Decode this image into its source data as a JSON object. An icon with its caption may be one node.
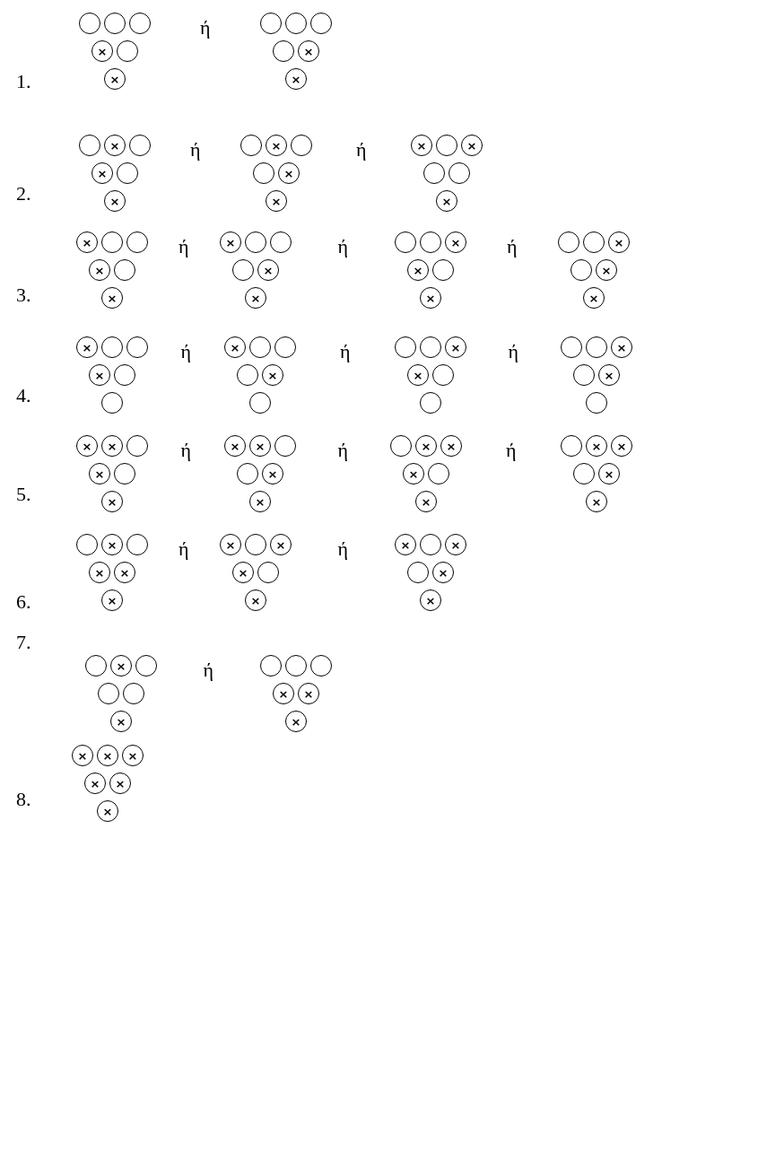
{
  "diagram": {
    "nodes": [
      {
        "text": [],
        "shape": "circle"
      },
      {
        "text": [],
        "shape": "circle"
      },
      {
        "text": [],
        "shape": "circle"
      },
      {
        "text": [
          "×"
        ]
      },
      {
        "text": [],
        "shape": "circle"
      },
      {
        "text": [
          "×"
        ]
      },
      {
        "text": [],
        "shape": "circle"
      },
      {
        "text": [],
        "shape": "circle"
      },
      {
        "text": [],
        "shape": "circle"
      },
      {
        "text": [],
        "shape": "circle"
      },
      {
        "text": [
          "×"
        ]
      },
      {
        "text": [
          "×"
        ]
      },
      {
        "text": [],
        "shape": "circle"
      },
      {
        "text": [
          "×"
        ]
      },
      {
        "text": [],
        "shape": "circle"
      },
      {
        "text": [
          "×"
        ]
      },
      {
        "text": [],
        "shape": "circle"
      },
      {
        "text": [
          "×"
        ]
      },
      {
        "text": [],
        "shape": "circle"
      },
      {
        "text": [
          "×"
        ]
      },
      {
        "text": [],
        "shape": "circle"
      },
      {
        "text": [],
        "shape": "circle"
      },
      {
        "text": [
          "×"
        ]
      },
      {
        "text": [
          "×"
        ]
      },
      {
        "text": [
          "×"
        ]
      },
      {
        "text": [],
        "shape": "circle"
      },
      {
        "text": [
          "×"
        ]
      },
      {
        "text": [],
        "shape": "circle"
      },
      {
        "text": [],
        "shape": "circle"
      },
      {
        "text": [
          "×"
        ]
      },
      {
        "text": [
          "×"
        ]
      },
      {
        "text": [],
        "shape": "circle"
      },
      {
        "text": [],
        "shape": "circle"
      },
      {
        "text": [
          "×"
        ]
      },
      {
        "text": [],
        "shape": "circle"
      },
      {
        "text": [
          "×"
        ]
      },
      {
        "text": [
          "×"
        ]
      },
      {
        "text": [],
        "shape": "circle"
      },
      {
        "text": [],
        "shape": "circle"
      },
      {
        "text": [],
        "shape": "circle"
      },
      {
        "text": [
          "×"
        ]
      },
      {
        "text": [
          "×"
        ]
      },
      {
        "text": [],
        "shape": "circle"
      },
      {
        "text": [],
        "shape": "circle"
      },
      {
        "text": [
          "×"
        ]
      },
      {
        "text": [
          "×"
        ]
      },
      {
        "text": [],
        "shape": "circle"
      },
      {
        "text": [
          "×"
        ]
      },
      {
        "text": [],
        "shape": "circle"
      },
      {
        "text": [],
        "shape": "circle"
      },
      {
        "text": [
          "×"
        ]
      },
      {
        "text": [],
        "shape": "circle"
      },
      {
        "text": [
          "×"
        ]
      },
      {
        "text": [
          "×"
        ]
      },
      {
        "text": [
          "×"
        ]
      },
      {
        "text": [],
        "shape": "circle"
      },
      {
        "text": [],
        "shape": "circle"
      },
      {
        "text": [
          "×"
        ]
      },
      {
        "text": [],
        "shape": "circle"
      },
      {
        "text": [],
        "shape": "circle"
      },
      {
        "text": [
          "×"
        ]
      },
      {
        "text": [],
        "shape": "circle"
      },
      {
        "text": [],
        "shape": "circle"
      },
      {
        "text": [],
        "shape": "circle"
      },
      {
        "text": [
          "×"
        ]
      },
      {
        "text": [],
        "shape": "circle"
      },
      {
        "text": [],
        "shape": "circle"
      },
      {
        "text": [],
        "shape": "circle"
      },
      {
        "text": [
          "×"
        ]
      },
      {
        "text": [
          "×"
        ]
      },
      {
        "text": [],
        "shape": "circle"
      },
      {
        "text": [],
        "shape": "circle"
      },
      {
        "text": [],
        "shape": "circle"
      },
      {
        "text": [],
        "shape": "circle"
      },
      {
        "text": [
          "×"
        ]
      },
      {
        "text": [],
        "shape": "circle"
      },
      {
        "text": [
          "×"
        ]
      },
      {
        "text": [],
        "shape": "circle"
      },
      {
        "text": [
          "×"
        ]
      },
      {
        "text": [
          "×"
        ]
      },
      {
        "text": [],
        "shape": "circle"
      },
      {
        "text": [
          "×"
        ]
      },
      {
        "text": [],
        "shape": "circle"
      },
      {
        "text": [
          "×"
        ]
      },
      {
        "text": [
          "×"
        ]
      },
      {
        "text": [
          "×"
        ]
      },
      {
        "text": [],
        "shape": "circle"
      },
      {
        "text": [],
        "shape": "circle"
      },
      {
        "text": [
          "×"
        ]
      },
      {
        "text": [
          "×"
        ]
      },
      {
        "text": [],
        "shape": "circle"
      },
      {
        "text": [
          "×"
        ]
      },
      {
        "text": [
          "×"
        ]
      },
      {
        "text": [
          "×"
        ]
      },
      {
        "text": [],
        "shape": "circle"
      },
      {
        "text": [
          "×"
        ]
      },
      {
        "text": [],
        "shape": "circle"
      },
      {
        "text": [
          "×"
        ]
      },
      {
        "text": [
          "×"
        ]
      },
      {
        "text": [],
        "shape": "circle"
      },
      {
        "text": [
          "×"
        ]
      },
      {
        "text": [
          "×"
        ]
      },
      {
        "text": [],
        "shape": "circle"
      },
      {
        "text": [
          "×"
        ]
      },
      {
        "text": [],
        "shape": "circle"
      },
      {
        "text": [
          "×"
        ]
      },
      {
        "text": [
          "×"
        ]
      },
      {
        "text": [
          "×"
        ]
      },
      {
        "text": [
          "×"
        ]
      },
      {
        "text": [],
        "shape": "circle"
      },
      {
        "text": [
          "×"
        ]
      },
      {
        "text": [
          "×"
        ]
      },
      {
        "text": [],
        "shape": "circle"
      },
      {
        "text": [
          "×"
        ]
      },
      {
        "text": [
          "×"
        ]
      },
      {
        "text": [],
        "shape": "circle"
      },
      {
        "text": [
          "×"
        ]
      },
      {
        "text": [],
        "shape": "circle"
      },
      {
        "text": [
          "×"
        ]
      },
      {
        "text": [
          "×"
        ]
      },
      {
        "text": [],
        "shape": "circle"
      },
      {
        "text": [
          "×"
        ]
      },
      {
        "text": [],
        "shape": "circle"
      },
      {
        "text": [],
        "shape": "circle"
      },
      {
        "text": [],
        "shape": "circle"
      },
      {
        "text": [
          "×"
        ]
      },
      {
        "text": [],
        "shape": "circle"
      },
      {
        "text": [],
        "shape": "circle"
      },
      {
        "text": [],
        "shape": "circle"
      },
      {
        "text": [
          "×"
        ]
      },
      {
        "text": [
          "×"
        ]
      },
      {
        "text": [
          "×"
        ]
      },
      {
        "text": [
          "×"
        ]
      },
      {
        "text": [
          "×"
        ]
      },
      {
        "text": [
          "×"
        ]
      },
      {
        "text": [
          "×"
        ]
      },
      {
        "text": [
          "×"
        ]
      },
      {
        "text": [
          "×"
        ]
      }
    ],
    "labels": [
      "1.",
      "ή",
      "2.",
      "ή",
      "ή",
      "3.",
      "ή",
      "ή",
      "ή",
      "4.",
      "ή",
      "ή",
      "ή",
      "5.",
      "ή",
      "ή",
      "ή",
      "6.",
      "ή",
      "ή",
      "7.",
      "ή",
      "8."
    ]
  }
}
